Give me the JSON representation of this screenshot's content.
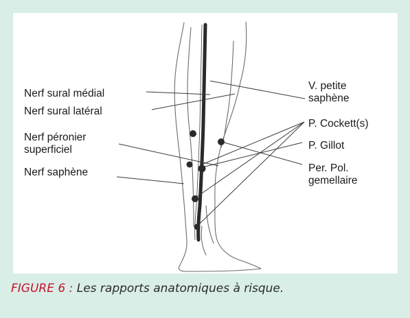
{
  "figure": {
    "left_labels": [
      {
        "id": "nerf-sural-medial",
        "lines": [
          "Nerf sural médial"
        ]
      },
      {
        "id": "nerf-sural-lateral",
        "lines": [
          "Nerf sural latéral"
        ]
      },
      {
        "id": "nerf-peronier",
        "lines": [
          "Nerf péronier",
          "superficiel"
        ]
      },
      {
        "id": "nerf-saphene",
        "lines": [
          "Nerf saphène"
        ]
      }
    ],
    "right_labels": [
      {
        "id": "v-petite-saphene",
        "lines": [
          "V. petite",
          "saphène"
        ]
      },
      {
        "id": "p-cockett",
        "lines": [
          "P. Cockett(s)"
        ]
      },
      {
        "id": "p-gillot",
        "lines": [
          "P. Gillot"
        ]
      },
      {
        "id": "per-pol-gemellaire",
        "lines": [
          "Per. Pol.",
          "gemellaire"
        ]
      }
    ]
  },
  "caption": {
    "prefix": "FIGURE 6 :",
    "text": " Les rapports anatomiques à risque."
  },
  "colors": {
    "frame": "#d9eee6",
    "caption_prefix": "#c8102e"
  }
}
